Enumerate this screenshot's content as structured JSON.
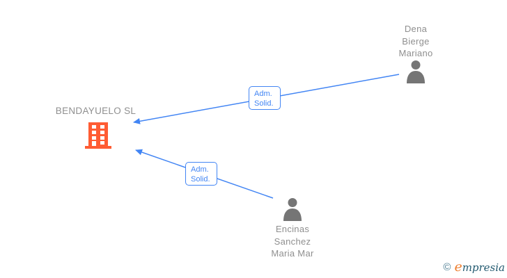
{
  "diagram": {
    "company": {
      "name": "BENDAYUELO SL",
      "icon": "building-icon"
    },
    "persons": [
      {
        "lines": [
          "Dena",
          "Bierge",
          "Mariano"
        ],
        "icon": "person-icon"
      },
      {
        "lines": [
          "Encinas",
          "Sanchez",
          "Maria Mar"
        ],
        "icon": "person-icon"
      }
    ],
    "edges": [
      {
        "from": "Dena Bierge Mariano",
        "to": "BENDAYUELO SL",
        "label": [
          "Adm.",
          "Solid."
        ]
      },
      {
        "from": "Encinas Sanchez Maria Mar",
        "to": "BENDAYUELO SL",
        "label": [
          "Adm.",
          "Solid."
        ]
      }
    ]
  },
  "colors": {
    "edge_blue": "#4285f4",
    "label_blue": "#4285f4",
    "company_orange": "#ff5c33",
    "person_gray": "#757575",
    "text_gray": "#8f8f8f",
    "logo_teal": "#235a70",
    "logo_orange": "#ee7f30"
  },
  "logo": {
    "copyright": "©",
    "lead": "e",
    "rest": "mpresia"
  }
}
